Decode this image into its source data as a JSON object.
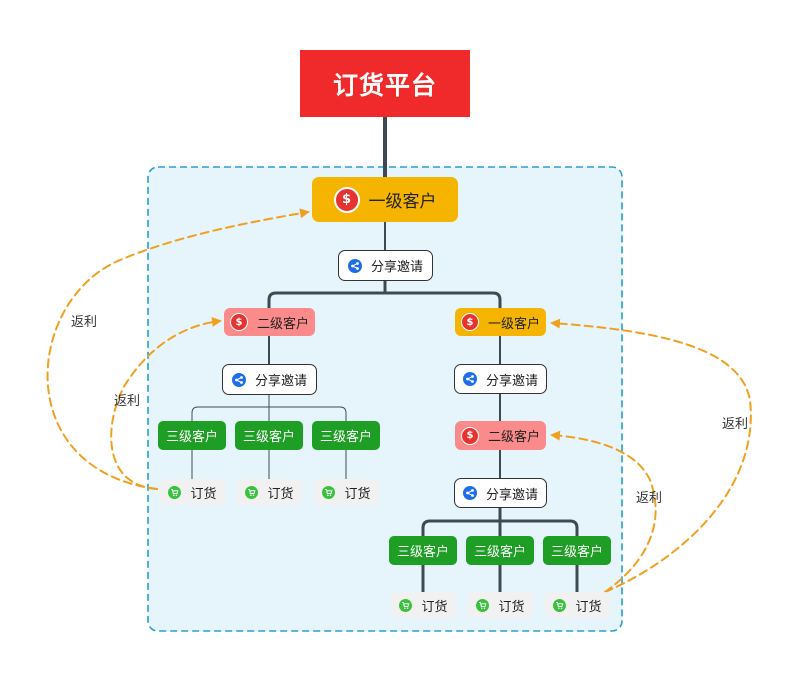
{
  "platform": {
    "label": "订货平台"
  },
  "level1": {
    "label": "一级客户"
  },
  "level2": {
    "label": "二级客户"
  },
  "level3": {
    "label": "三级客户"
  },
  "share": {
    "label": "分享邀请"
  },
  "order": {
    "label": "订货"
  },
  "rebate": {
    "label": "返利"
  },
  "icons": {
    "customer": "dollar-icon",
    "share": "share-icon",
    "order": "cart-icon"
  },
  "colors": {
    "platform": "#f02a2a",
    "level1": "#f5b400",
    "level2": "#fb8b8b",
    "level3": "#1f9e25",
    "rebate_arrow": "#f0a020",
    "boundary": "#2a9fc9",
    "boundary_fill": "#e6f5fc",
    "connector": "#3d4a55"
  }
}
